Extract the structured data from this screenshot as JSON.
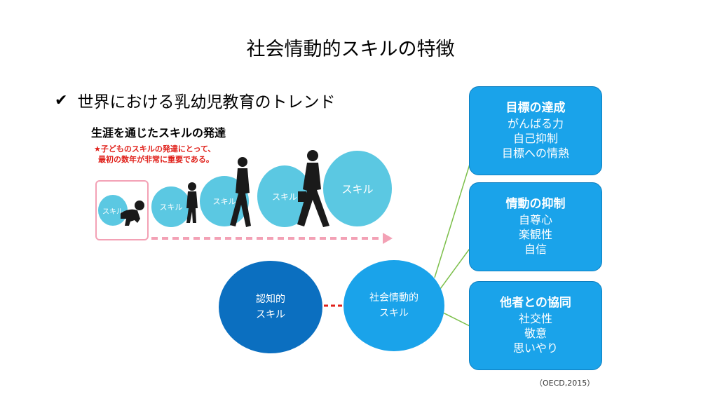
{
  "title": "社会情動的スキルの特徴",
  "bullet": {
    "text": "世界における乳幼児教育のトレンド",
    "icon": "checkmark-icon"
  },
  "development": {
    "heading": "生涯を通じたスキルの発達",
    "note_line1": "★子どものスキルの発達にとって、",
    "note_line2": "最初の数年が非常に重要である。",
    "bubbles": [
      "スキル",
      "スキル",
      "スキル",
      "スキル",
      "スキル"
    ],
    "bubble_color": "#5bc8e2",
    "highlight_color": "#f3a1b5"
  },
  "cognitive": {
    "line1": "認知的",
    "line2": "スキル",
    "color": "#0b6fc0"
  },
  "socio_emotional": {
    "line1": "社会情動的",
    "line2": "スキル",
    "color": "#1aa3ea"
  },
  "arrow_color": "#e0201a",
  "connector_color": "#7cbf4a",
  "cards": [
    {
      "head": "目標の達成",
      "items": [
        "がんばる力",
        "自己抑制",
        "目標への情熱"
      ]
    },
    {
      "head": "情動の抑制",
      "items": [
        "自尊心",
        "楽観性",
        "自信"
      ]
    },
    {
      "head": "他者との協同",
      "items": [
        "社交性",
        "敬意",
        "思いやり"
      ]
    }
  ],
  "source": "（OECD,2015）"
}
